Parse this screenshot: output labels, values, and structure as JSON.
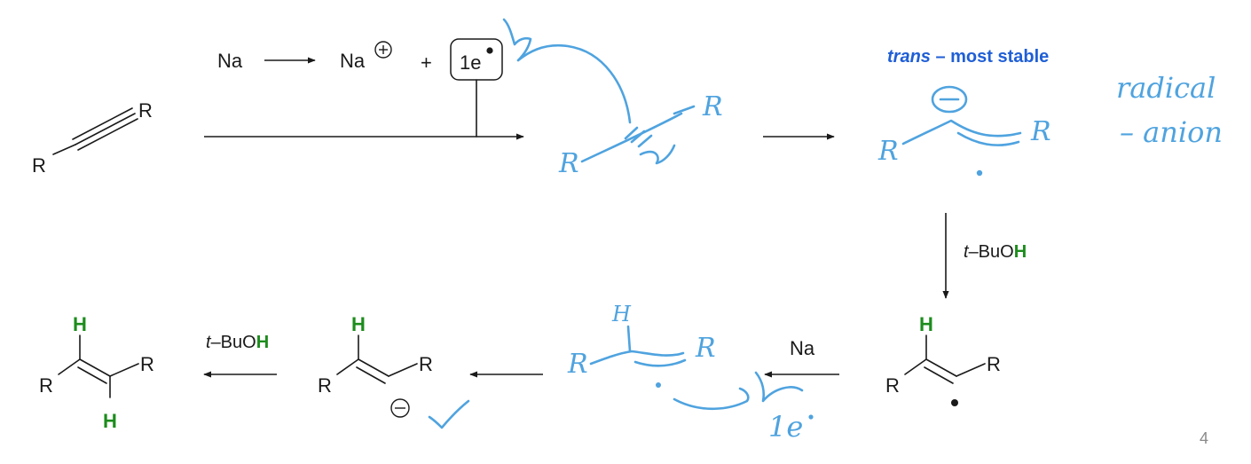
{
  "reagent": {
    "na": "Na",
    "na_ion": "Na",
    "plus": "+",
    "electron": "1e"
  },
  "substituent_r": "R",
  "trans_word": "trans",
  "trans_rest": " – most stable",
  "note_line1": "radical",
  "note_line2": "– anion",
  "step_reagent": {
    "prefix": "t",
    "mid": "–BuO",
    "h": "H"
  },
  "hydrogen": "H",
  "step_na": "Na",
  "hand_h": "H",
  "hand_electron": "1e",
  "slide_number": "4",
  "colors": {
    "ink": "#4fa3df",
    "trans_text": "#1f5fd6",
    "hydrogen_green": "#1c8c1c",
    "text": "#1a1a1a"
  },
  "icons": {
    "radical_dot": "filled-dot",
    "plus_charge": "circled-plus",
    "minus_charge": "circled-minus",
    "checkmark": "hand-check"
  }
}
